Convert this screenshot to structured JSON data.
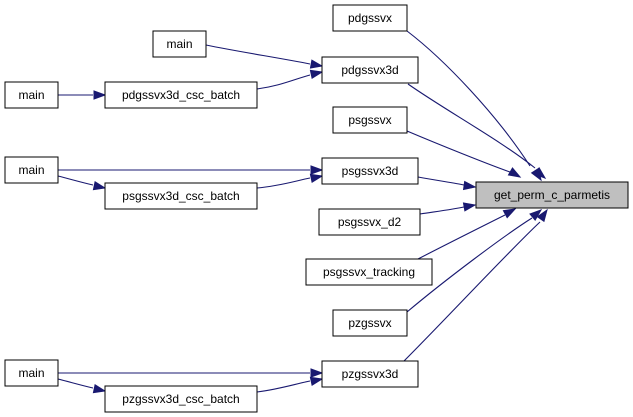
{
  "diagram": {
    "colors": {
      "edge": "#191970",
      "node_border": "#000000",
      "node_fill": "#ffffff",
      "target_fill": "#bfbfbf"
    },
    "nodes": [
      {
        "id": "target",
        "label": "get_perm_c_parmetis",
        "role": "target"
      },
      {
        "id": "pdgssvx",
        "label": "pdgssvx"
      },
      {
        "id": "main1",
        "label": "main"
      },
      {
        "id": "pdgssvx3d",
        "label": "pdgssvx3d"
      },
      {
        "id": "main2",
        "label": "main"
      },
      {
        "id": "pdgssvx3d_csc_batch",
        "label": "pdgssvx3d_csc_batch"
      },
      {
        "id": "psgssvx",
        "label": "psgssvx"
      },
      {
        "id": "main3",
        "label": "main"
      },
      {
        "id": "psgssvx3d",
        "label": "psgssvx3d"
      },
      {
        "id": "psgssvx3d_csc_batch",
        "label": "psgssvx3d_csc_batch"
      },
      {
        "id": "psgssvx_d2",
        "label": "psgssvx_d2"
      },
      {
        "id": "psgssvx_tracking",
        "label": "psgssvx_tracking"
      },
      {
        "id": "pzgssvx",
        "label": "pzgssvx"
      },
      {
        "id": "main4",
        "label": "main"
      },
      {
        "id": "pzgssvx3d",
        "label": "pzgssvx3d"
      },
      {
        "id": "pzgssvx3d_csc_batch",
        "label": "pzgssvx3d_csc_batch"
      }
    ],
    "edges": [
      {
        "from": "pdgssvx",
        "to": "target"
      },
      {
        "from": "pdgssvx3d",
        "to": "target"
      },
      {
        "from": "psgssvx",
        "to": "target"
      },
      {
        "from": "psgssvx3d",
        "to": "target"
      },
      {
        "from": "psgssvx_d2",
        "to": "target"
      },
      {
        "from": "psgssvx_tracking",
        "to": "target"
      },
      {
        "from": "pzgssvx",
        "to": "target"
      },
      {
        "from": "pzgssvx3d",
        "to": "target"
      },
      {
        "from": "main1",
        "to": "pdgssvx3d"
      },
      {
        "from": "pdgssvx3d_csc_batch",
        "to": "pdgssvx3d"
      },
      {
        "from": "main2",
        "to": "pdgssvx3d_csc_batch"
      },
      {
        "from": "main3",
        "to": "psgssvx3d"
      },
      {
        "from": "psgssvx3d_csc_batch",
        "to": "psgssvx3d"
      },
      {
        "from": "main3",
        "to": "psgssvx3d_csc_batch"
      },
      {
        "from": "main4",
        "to": "pzgssvx3d"
      },
      {
        "from": "pzgssvx3d_csc_batch",
        "to": "pzgssvx3d"
      },
      {
        "from": "main4",
        "to": "pzgssvx3d_csc_batch"
      }
    ]
  }
}
